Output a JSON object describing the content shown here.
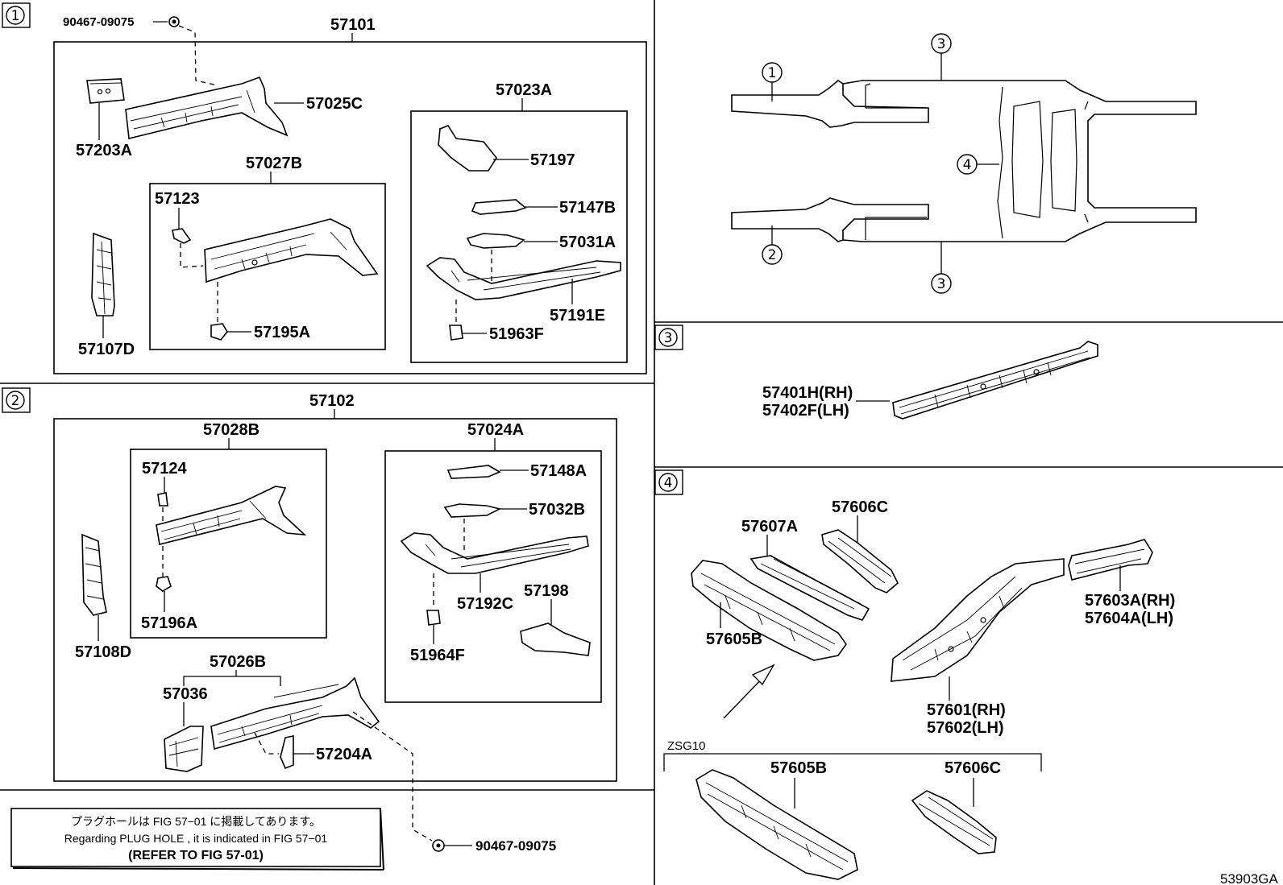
{
  "sections": {
    "s1": {
      "marker": "1",
      "assembly": "57101",
      "parts": {
        "p90467_top": "90467-09075",
        "p57025C": "57025C",
        "p57203A": "57203A",
        "p57027B": "57027B",
        "p57123": "57123",
        "p57195A": "57195A",
        "p57107D": "57107D",
        "p57023A": "57023A",
        "p57197": "57197",
        "p57147B": "57147B",
        "p57031A": "57031A",
        "p57191E": "57191E",
        "p51963F": "51963F"
      }
    },
    "s2": {
      "marker": "2",
      "assembly": "57102",
      "parts": {
        "p57028B": "57028B",
        "p57124": "57124",
        "p57196A": "57196A",
        "p57108D": "57108D",
        "p57024A": "57024A",
        "p57148A": "57148A",
        "p57032B": "57032B",
        "p57192C": "57192C",
        "p57198": "57198",
        "p51964F": "51964F",
        "p57026B": "57026B",
        "p57036": "57036",
        "p57204A": "57204A",
        "p90467_bottom": "90467-09075"
      }
    },
    "overview": {
      "m1": "1",
      "m2": "2",
      "m3a": "3",
      "m3b": "3",
      "m4": "4"
    },
    "s3": {
      "marker": "3",
      "rh": "57401H(RH)",
      "lh": "57402F(LH)"
    },
    "s4": {
      "marker": "4",
      "p57606C": "57606C",
      "p57607A": "57607A",
      "p57605B": "57605B",
      "p57603A": "57603A(RH)",
      "p57604A": "57604A(LH)",
      "p57601": "57601(RH)",
      "p57602": "57602(LH)",
      "variant": "ZSG10",
      "v57605B": "57605B",
      "v57606C": "57606C"
    }
  },
  "note": {
    "line1": "プラグホールは FIG 57−01 に掲載してあります。",
    "line2": "Regarding  PLUG  HOLE , it is indicated in  FIG  57−01",
    "line3": "(REFER  TO  FIG  57-01)"
  },
  "figure_code": "53903GA"
}
